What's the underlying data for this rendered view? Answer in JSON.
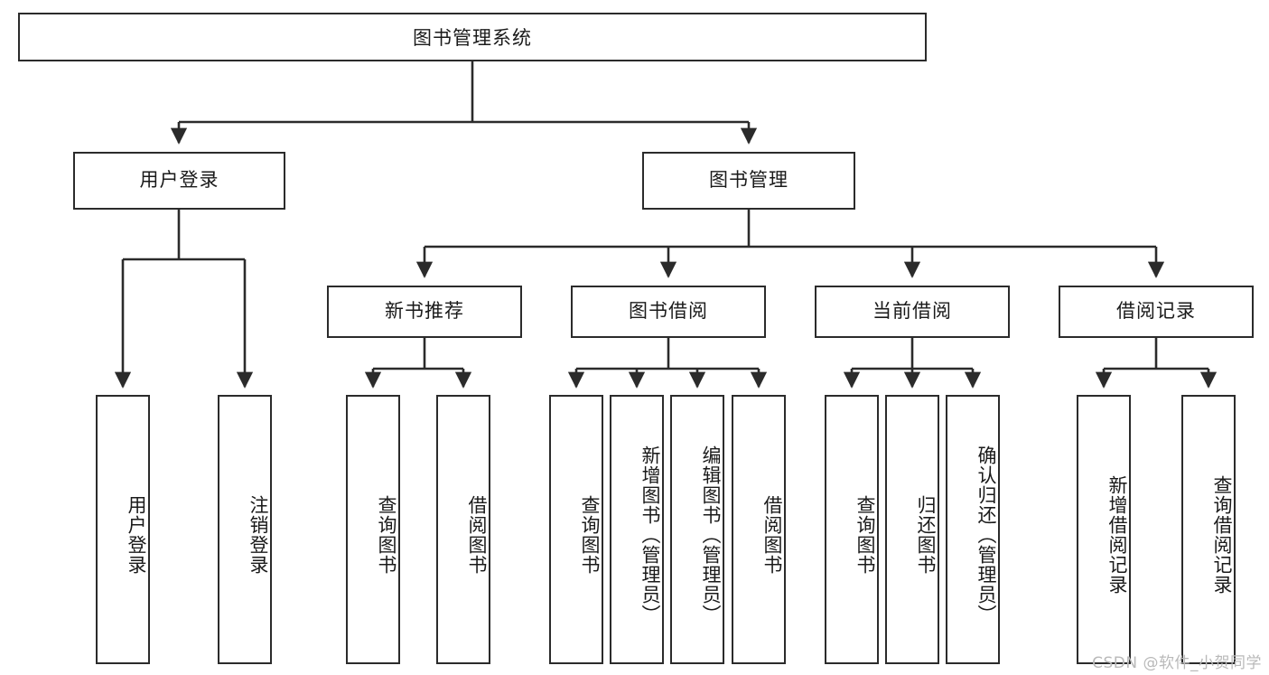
{
  "diagram": {
    "title_node": {
      "label": "图书管理系统"
    },
    "level2": [
      {
        "label": "用户登录"
      },
      {
        "label": "图书管理"
      }
    ],
    "level3": [
      {
        "label": "新书推荐"
      },
      {
        "label": "图书借阅"
      },
      {
        "label": "当前借阅"
      },
      {
        "label": "借阅记录"
      }
    ],
    "leaves": [
      {
        "label": "用户登录"
      },
      {
        "label": "注销登录"
      },
      {
        "label": "查询图书"
      },
      {
        "label": "借阅图书"
      },
      {
        "label": "查询图书"
      },
      {
        "label": "新增图书（管理员）"
      },
      {
        "label": "编辑图书（管理员）"
      },
      {
        "label": "借阅图书"
      },
      {
        "label": "查询图书"
      },
      {
        "label": "归还图书"
      },
      {
        "label": "确认归还（管理员）"
      },
      {
        "label": "新增借阅记录"
      },
      {
        "label": "查询借阅记录"
      }
    ],
    "watermark": "CSDN @软件_小贺同学",
    "colors": {
      "stroke": "#2b2b2b",
      "fill": "#ffffff",
      "text": "#1a1a1a",
      "watermark": "#b9b9b9"
    }
  }
}
